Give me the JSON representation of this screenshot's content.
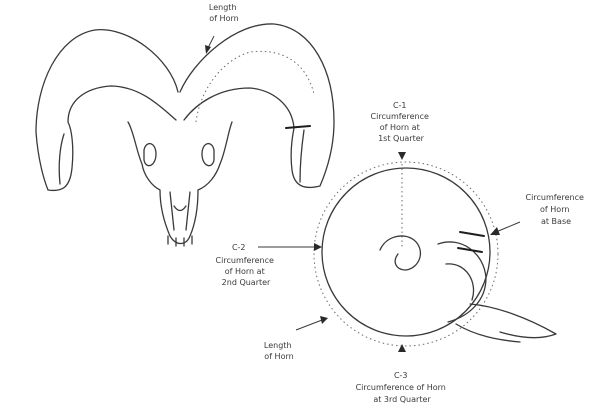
{
  "labels": {
    "length_of_horn_top": [
      "Length",
      "of Horn"
    ],
    "c1": [
      "C-1",
      "Circumference",
      "of Horn at",
      "1st Quarter"
    ],
    "circumference_base": [
      "Circumference",
      "of Horn",
      "at Base"
    ],
    "c2": [
      "C-2",
      "Circumference",
      "of Horn at",
      "2nd Quarter"
    ],
    "length_of_horn_bottom": [
      "Length",
      "of Horn"
    ],
    "c3": [
      "C-3",
      "Circumference of Horn",
      "at 3rd Quarter"
    ]
  },
  "colors": {
    "line": "#3a3a3a",
    "background": "#ffffff"
  }
}
